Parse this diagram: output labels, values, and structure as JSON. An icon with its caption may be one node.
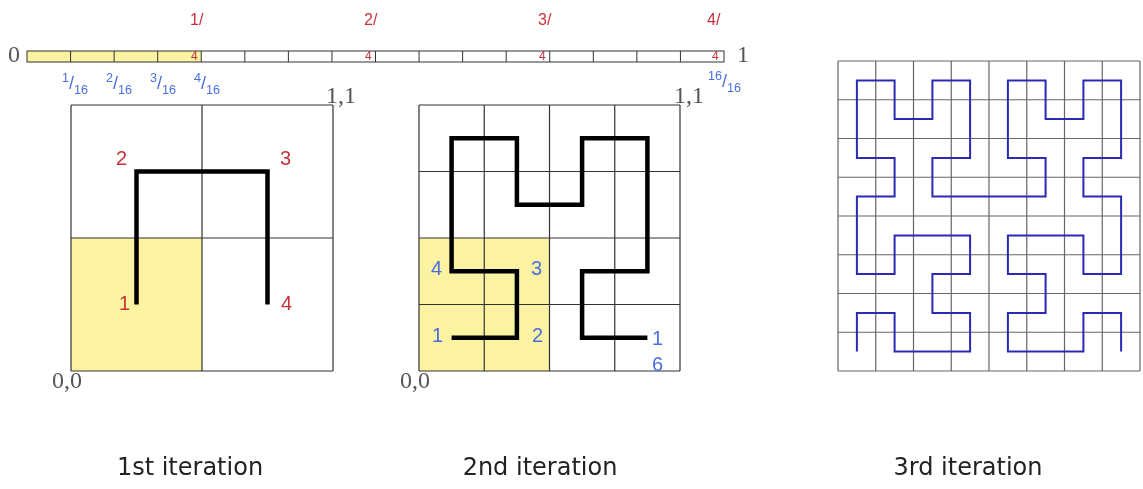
{
  "diagram": {
    "labels": [
      "1/",
      "2/",
      "3/",
      "4/",
      "0",
      "4",
      "4",
      "4",
      "4",
      "1",
      "$^{1}$/$_{16}$",
      "$^{2}$/$_{16}$",
      "$^{3}$/$_{16}$",
      "$^{4}$/$_{16}$",
      "1,1",
      "1,1",
      "$^{16}$/$_{16}$",
      "2",
      "3",
      "1",
      "4",
      "4",
      "3",
      "1",
      "2",
      "16",
      "0,0",
      "0,0",
      "1st iteration",
      "2nd iteration",
      "3rd iteration"
    ]
  }
}
